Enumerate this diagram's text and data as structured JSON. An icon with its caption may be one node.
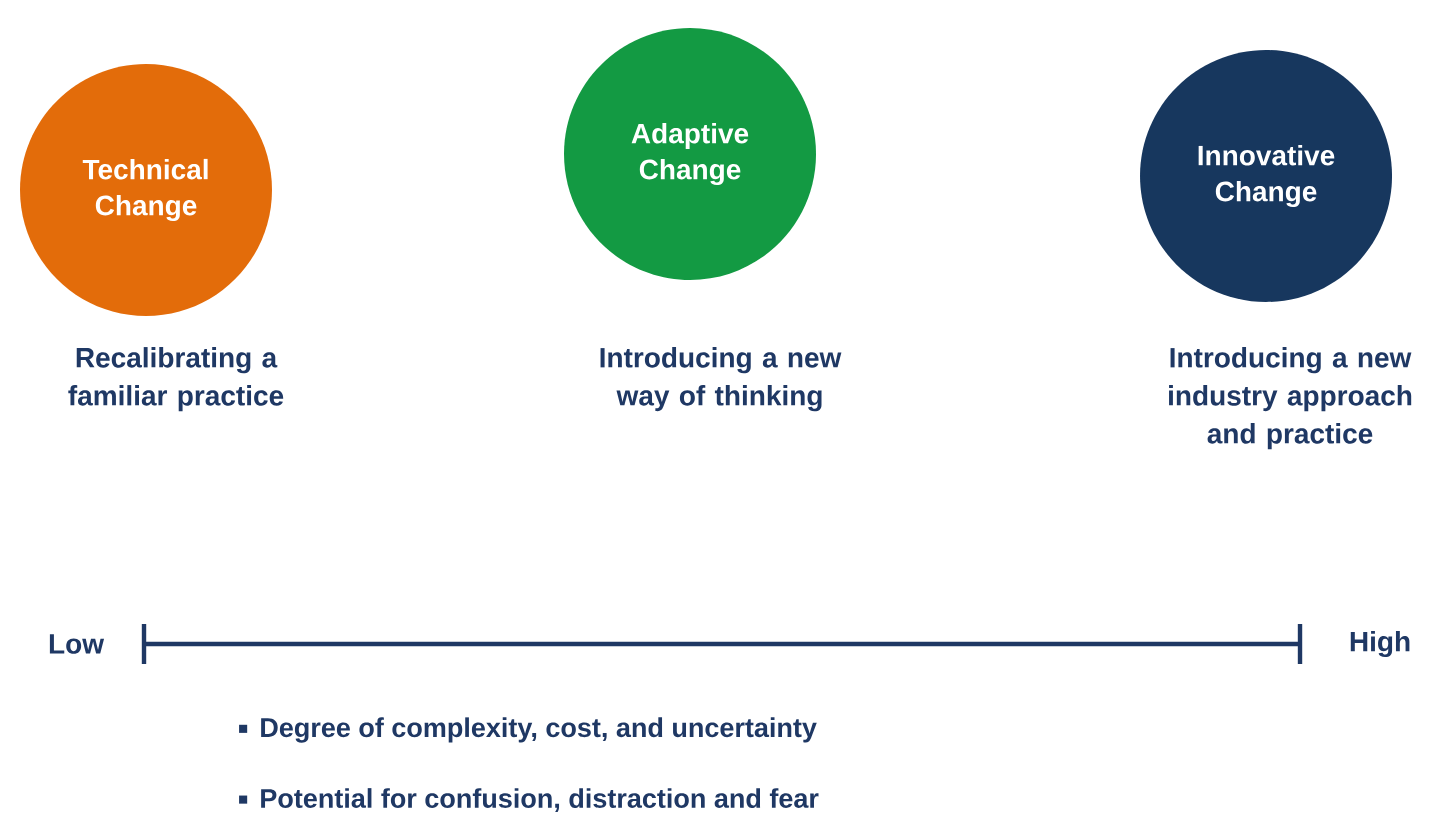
{
  "diagram": {
    "nodes": [
      {
        "text": [
          "Technical Change"
        ],
        "beside": [
          "Recalibrating a familiar practice"
        ]
      },
      {
        "text": [
          "Adaptive Change"
        ],
        "beside": [
          "Introducing a new way of thinking"
        ]
      },
      {
        "text": [
          "Innovative Change"
        ],
        "beside": [
          "Introducing a new industry approach and practice"
        ]
      }
    ],
    "labels": [
      "Low",
      "High",
      "Degree of complexity, cost, and uncertainty",
      "Potential for confusion, distraction and fear"
    ]
  }
}
